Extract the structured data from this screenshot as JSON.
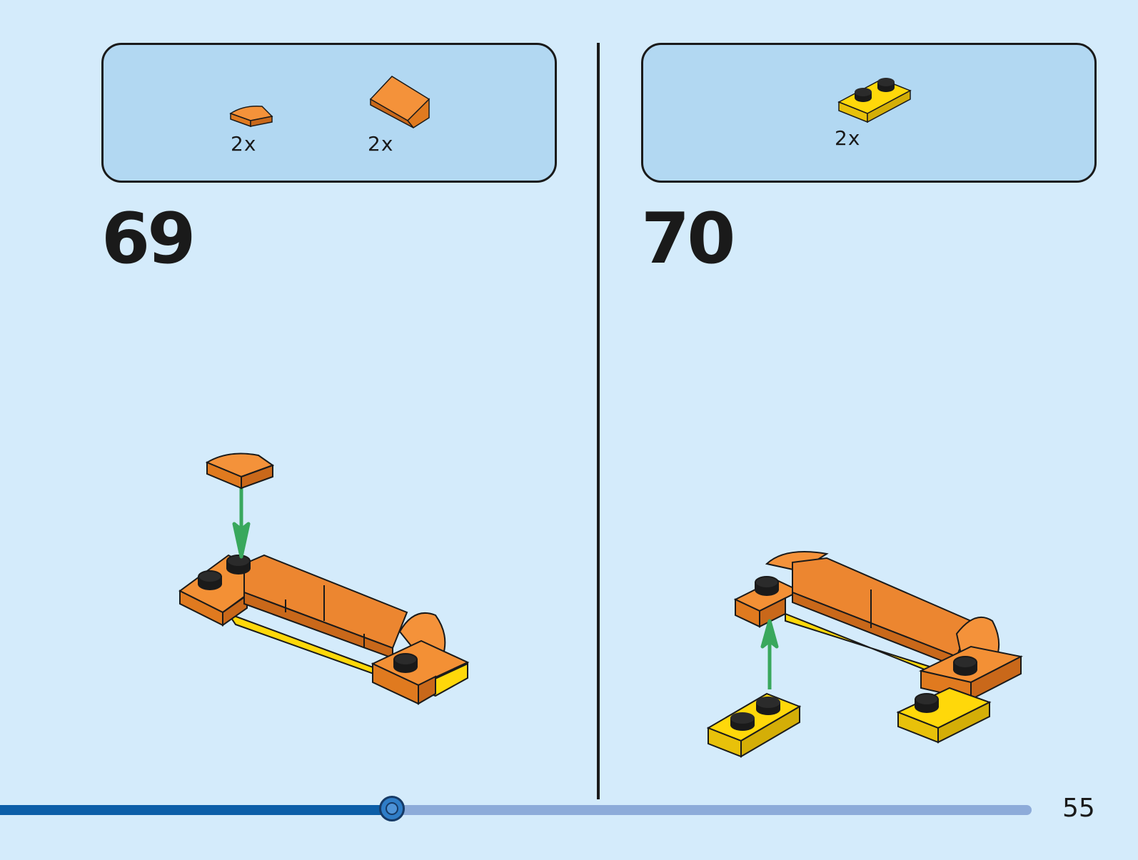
{
  "steps": [
    {
      "number": "69",
      "parts": [
        {
          "qty": "2x",
          "icon": "orange-quarter-round-tile"
        },
        {
          "qty": "2x",
          "icon": "orange-curved-slope"
        }
      ]
    },
    {
      "number": "70",
      "parts": [
        {
          "qty": "2x",
          "icon": "yellow-1x2-plate"
        }
      ]
    }
  ],
  "page_number": "55",
  "progress": {
    "fraction": 0.38
  },
  "colors": {
    "background": "#d4ebfb",
    "parts_box": "#b2d8f2",
    "orange": "#f08a2a",
    "yellow": "#ffd80a",
    "arrow": "#39a85d",
    "progress_fill": "#0c5ea8",
    "progress_track": "#8dabd9"
  }
}
